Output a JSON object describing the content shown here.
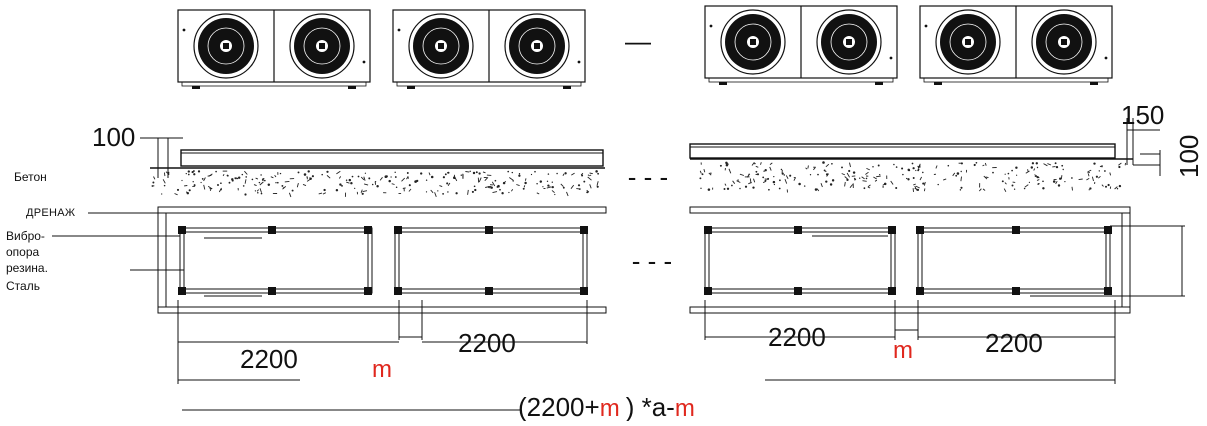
{
  "colors": {
    "line": "#111111",
    "accent": "#e0281e",
    "background": "#ffffff"
  },
  "fan_unit_icon": "condenser-fan-unit-icon",
  "dimensions": {
    "slab_thickness_left": "100",
    "slab_offset_right": "150",
    "slab_thickness_right": "100",
    "unit_width_1": "2200",
    "unit_width_2": "2200",
    "unit_width_3": "2200",
    "unit_width_4": "2200",
    "gap_left": "m",
    "gap_right": "m"
  },
  "formula": {
    "part1": "(2200+",
    "part2": "m",
    "part3": ") *a-",
    "part4": "m"
  },
  "labels": {
    "concrete": "Бетон",
    "drainage": "ДРЕНАЖ",
    "vibro_line1": "Вибро-",
    "vibro_line2": "опора",
    "rubber": "резина.",
    "steel": "Сталь"
  },
  "continuation": {
    "top": "—",
    "middle": "- - -",
    "bottom": "- - -"
  }
}
